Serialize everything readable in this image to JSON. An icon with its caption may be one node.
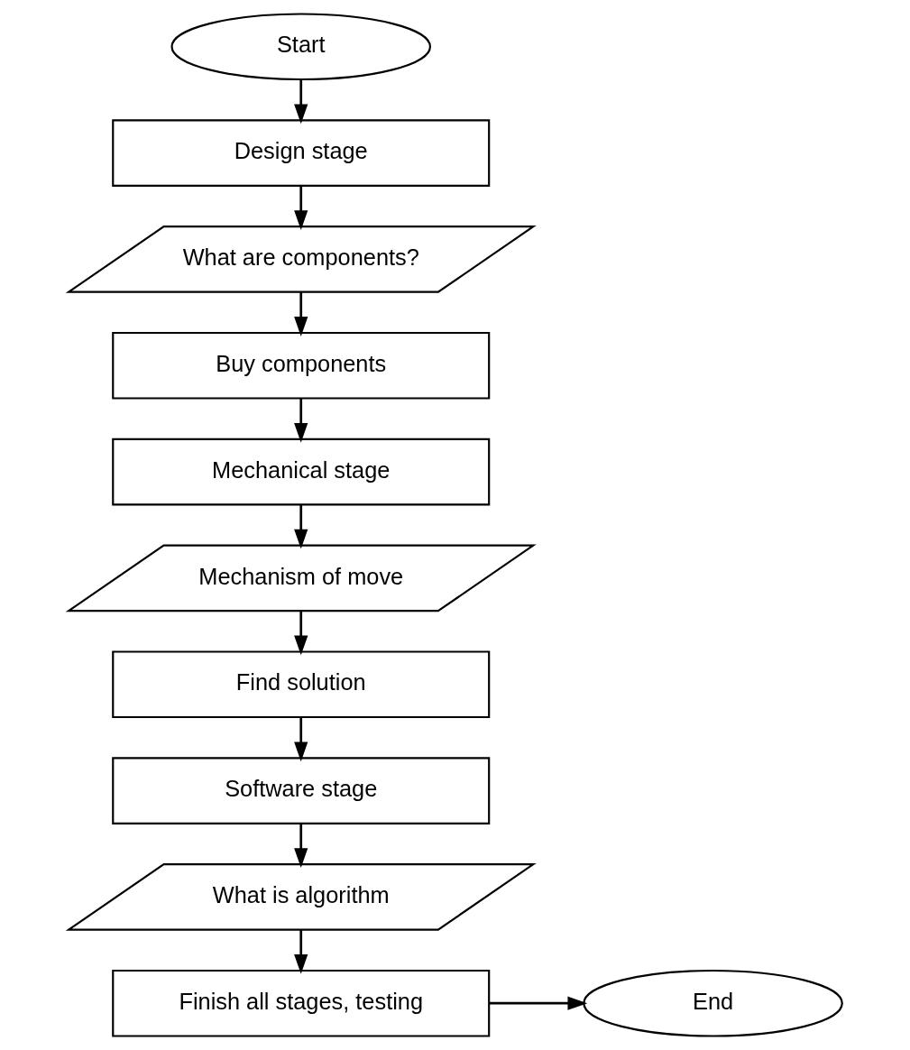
{
  "diagram": {
    "nodes": [
      {
        "text": [
          "Start"
        ]
      },
      {
        "text": [
          "Design stage"
        ]
      },
      {
        "text": [
          "What are components?"
        ]
      },
      {
        "text": [
          "Buy components"
        ]
      },
      {
        "text": [
          "Mechanical stage"
        ]
      },
      {
        "text": [
          "Mechanism of move"
        ]
      },
      {
        "text": [
          "Find solution"
        ]
      },
      {
        "text": [
          "Software stage"
        ]
      },
      {
        "text": [
          "What is algorithm"
        ]
      },
      {
        "text": [
          "Finish all stages, testing"
        ]
      },
      {
        "text": [
          "End"
        ]
      }
    ],
    "edges": [
      {
        "from": 0,
        "to": 1,
        "arrow": "to"
      },
      {
        "from": 1,
        "to": 2,
        "arrow": "to"
      },
      {
        "from": 2,
        "to": 3,
        "arrow": "to"
      },
      {
        "from": 3,
        "to": 4,
        "arrow": "to"
      },
      {
        "from": 4,
        "to": 5,
        "arrow": "to"
      },
      {
        "from": 5,
        "to": 6,
        "arrow": "to"
      },
      {
        "from": 6,
        "to": 7,
        "arrow": "to"
      },
      {
        "from": 7,
        "to": 8,
        "arrow": "to"
      },
      {
        "from": 8,
        "to": 9,
        "arrow": "to"
      },
      {
        "from": 9,
        "to": 10,
        "arrow": "to"
      }
    ]
  }
}
